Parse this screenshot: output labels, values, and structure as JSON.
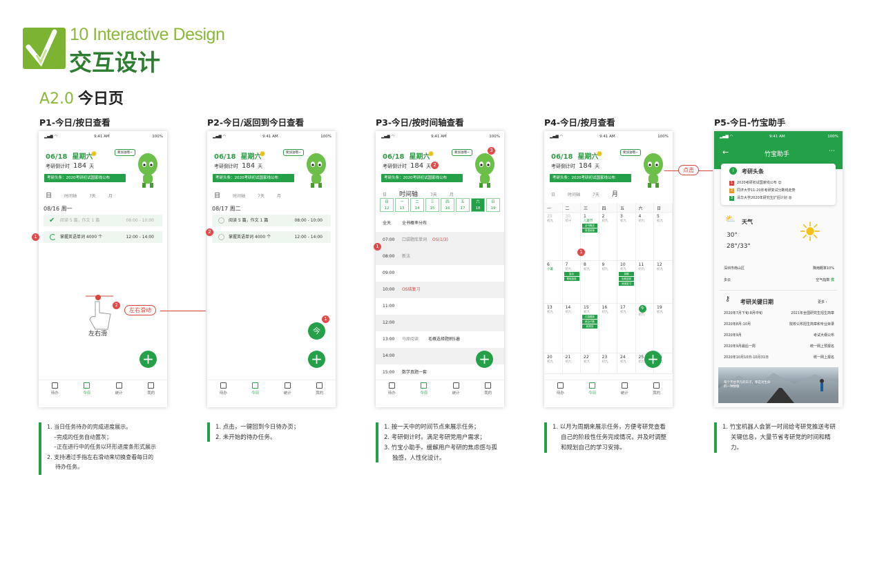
{
  "header": {
    "en": "10 Interactive Design",
    "zh": "交互设计"
  },
  "section": {
    "version": "A2.0",
    "title": "今日页"
  },
  "panels": [
    {
      "title": "P1-今日/按日查看"
    },
    {
      "title": "P2-今日/返回到今日查看"
    },
    {
      "title": "P3-今日/按时间轴查看"
    },
    {
      "title": "P4-今日/按月查看"
    },
    {
      "title": "P5-今日-竹宝助手"
    }
  ],
  "status": {
    "time": "9:41 AM",
    "battery": "100%"
  },
  "common": {
    "countdown_label": "考研倒计时",
    "countdown_value": "184",
    "countdown_unit": "天",
    "news": "考研头条：2020考研初试国家线公布",
    "bubble": "要加油哦~",
    "weekday": "星期六"
  },
  "tabs": {
    "day": "日",
    "timeline": "时间轴",
    "week": "7天",
    "month": "月"
  },
  "tabbar": [
    "待办",
    "今日",
    "统计",
    "我的"
  ],
  "p1": {
    "date": "06/18",
    "day_label": "08/16 周一",
    "tasks": [
      {
        "name": "阅读 5 篇，作文 1 篇",
        "time": "08:00 - 10:00"
      },
      {
        "name": "掌握英语单词 4000 个",
        "time": "12:00 - 14:00"
      }
    ],
    "swipe_label": "左右滑动",
    "hand_label": "左右滑"
  },
  "p2": {
    "date": "06/18",
    "day_label": "08/17 周二",
    "tasks": [
      {
        "name": "阅读 5 篇，作文 1 篇",
        "time": "08:00 - 10:00"
      },
      {
        "name": "掌握英语单词 4000 个",
        "time": "12:00 - 14:00"
      }
    ],
    "today_btn": "今"
  },
  "p3": {
    "date": "06/18",
    "week": [
      {
        "d": "日",
        "n": "12"
      },
      {
        "d": "一",
        "n": "13"
      },
      {
        "d": "二",
        "n": "14"
      },
      {
        "d": "三",
        "n": "15"
      },
      {
        "d": "四",
        "n": "16"
      },
      {
        "d": "五",
        "n": "17"
      },
      {
        "d": "六",
        "n": "18"
      },
      {
        "d": "日",
        "n": "19"
      }
    ],
    "timeline": [
      {
        "h": "全天",
        "e": "全书概率分布"
      },
      {
        "h": "07:00",
        "e": "口袋题库单词",
        "e2": "OS(1/3)"
      },
      {
        "h": "08:00",
        "e": "新法"
      },
      {
        "h": "09:00",
        "e": ""
      },
      {
        "h": "10:00",
        "e": "OS结复习"
      },
      {
        "h": "11:00",
        "e": ""
      },
      {
        "h": "12:00",
        "e": ""
      },
      {
        "h": "13:00",
        "e": "马原阅读",
        "e2": "毛概选择题刷5遍"
      },
      {
        "h": "14:00",
        "e": ""
      },
      {
        "h": "15:00",
        "e": "数学真题一套"
      }
    ]
  },
  "p4": {
    "date": "06/18",
    "pointer": "点击",
    "weekdays": [
      "一",
      "二",
      "三",
      "四",
      "五",
      "六",
      "日"
    ],
    "rows": [
      [
        {
          "d": "29",
          "l": "初九"
        },
        {
          "d": "30",
          "l": "初十"
        },
        {
          "d": "1",
          "l": "儿童节",
          "ev": [
            "全书概念",
            "英语阅读"
          ]
        },
        {
          "d": "2",
          "l": "初九"
        },
        {
          "d": "3",
          "l": "初九"
        },
        {
          "d": "4",
          "l": "初九"
        },
        {
          "d": "5",
          "l": "初九"
        }
      ],
      [
        {
          "d": "6",
          "l": "小暑"
        },
        {
          "d": "7",
          "l": "初九",
          "ev": [
            "复法",
            "基础选择"
          ]
        },
        {
          "d": "8",
          "l": "初九"
        },
        {
          "d": "9",
          "l": "初九"
        },
        {
          "d": "10",
          "l": "初九",
          "ev": [
            "真题",
            "毛概选择",
            "阅读复习"
          ]
        },
        {
          "d": "11",
          "l": "初九"
        },
        {
          "d": "12",
          "l": "初九"
        }
      ],
      [
        {
          "d": "13",
          "l": "初九"
        },
        {
          "d": "14",
          "l": "初九"
        },
        {
          "d": "15",
          "l": "初九",
          "ev": [
            "口袋题库",
            "综合代数",
            "政规范"
          ]
        },
        {
          "d": "16",
          "l": "初九"
        },
        {
          "d": "17",
          "l": "初九"
        },
        {
          "d": "今",
          "l": "初九"
        },
        {
          "d": "19",
          "l": "初九"
        }
      ],
      [
        {
          "d": "20",
          "l": "初九"
        },
        {
          "d": "21",
          "l": "初九"
        },
        {
          "d": "22",
          "l": "初九"
        },
        {
          "d": "23",
          "l": "初九"
        },
        {
          "d": "24",
          "l": "初九"
        },
        {
          "d": "25",
          "l": "初九"
        },
        {
          "d": "26",
          "l": "初九"
        }
      ]
    ]
  },
  "p5": {
    "title": "竹宝助手",
    "news_title": "考研头条",
    "news": [
      "2020考研初试国家线公布",
      "同济大学11-20年考研复试分数线走势",
      "清华大学2020年研究生扩招计划"
    ],
    "weather_title": "天气",
    "temp": "30°",
    "range": "28°/33°",
    "city": "深圳市南山区",
    "rain_label": "降雨概率10%",
    "cloud": "多云",
    "air_label": "空气指数",
    "air_value": "优",
    "dates_title": "考研关键日期",
    "more": "更多",
    "dates": [
      {
        "d": "2020年7月下旬-8月中旬",
        "e": "2021年全国研究生招生简章"
      },
      {
        "d": "2020年8月-10月",
        "e": "院校公布招生简章和专业目录"
      },
      {
        "d": "2020年9月",
        "e": "考试大纲公布"
      },
      {
        "d": "2020年9月最后一周",
        "e": "统一网上预报名"
      },
      {
        "d": "2020年10月10日-10月31日",
        "e": "统一网上报名"
      }
    ],
    "photo_text": "每个不甘平凡的日子，都是对生命的一种致敬"
  },
  "notes": [
    [
      "1. 当日任务待办的完成进度展示。",
      "–完成的任务自动置灰；",
      "–正在进行中的任务以环形进度条形式展示",
      "2. 支持通过手指左右滑动来切换查看每日的",
      "待办任务。"
    ],
    [
      "1. 点击，一键回到今日待办页；",
      "2. 未开始的待办任务。"
    ],
    [
      "1. 按一天中的时间节点来展示任务；",
      "2. 考研倒计时。满足考研党用户需求；",
      "3. 竹宝小助手。缓解用户考研的焦虑感与孤",
      "独感，人性化设计。"
    ],
    [
      "1. 以月为周期来展示任务，方便考研党查看",
      "自己的阶段性任务完成情况，并及时调整",
      "和规划自己的学习安排。"
    ],
    [
      "1. 竹宝机器人会第一时间给考研党推送考研",
      "关键信息，大量节省考研党的时间和精",
      "力。"
    ]
  ],
  "colors": {
    "green": "#24a148",
    "accent": "#8ab83a",
    "red": "#d9443a"
  },
  "icons": [
    "checkmark-logo-icon",
    "sun-icon",
    "mascot-icon",
    "hand-swipe-icon",
    "plus-icon",
    "info-icon",
    "cloud-sun-icon",
    "key-icon",
    "back-arrow-icon",
    "more-icon"
  ]
}
